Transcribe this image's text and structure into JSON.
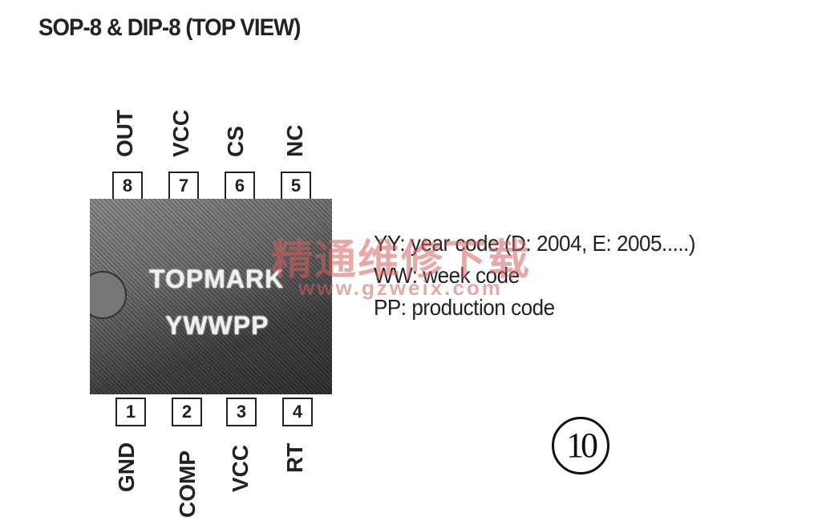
{
  "title": "SOP-8 & DIP-8 (TOP VIEW)",
  "top_pins": [
    {
      "number": "8",
      "name": "OUT"
    },
    {
      "number": "7",
      "name": "VCC"
    },
    {
      "number": "6",
      "name": "CS"
    },
    {
      "number": "5",
      "name": "NC"
    }
  ],
  "bottom_pins": [
    {
      "number": "1",
      "name": "GND"
    },
    {
      "number": "2",
      "name": "COMP"
    },
    {
      "number": "3",
      "name": "VCC"
    },
    {
      "number": "4",
      "name": "RT"
    }
  ],
  "chip_marking": {
    "line1": "TOPMARK",
    "line2": "YWWPP"
  },
  "legend": [
    "YY: year code (D: 2004, E: 2005.....)",
    "WW: week code",
    "PP: production code"
  ],
  "watermark": {
    "text": "精通维修下载",
    "url": "www.gzweix.com"
  },
  "figure_number": "10"
}
